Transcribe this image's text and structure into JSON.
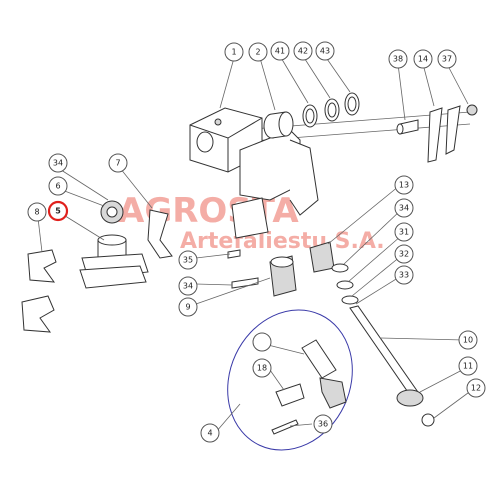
{
  "diagram": {
    "highlight_color": "#e0201c",
    "watermark_color": "#e74c3c",
    "group_outline_color": "#3a3aa8",
    "watermark": {
      "line1": "AGROSTA",
      "line2": "Artefaliestu S.A."
    },
    "callouts": {
      "c1": "1",
      "c2": "2",
      "c41": "41",
      "c42": "42",
      "c43": "43",
      "c38": "38",
      "c14": "14",
      "c37": "37",
      "c34a": "34",
      "c6": "6",
      "c7": "7",
      "c8": "8",
      "c5": "5",
      "c13": "13",
      "c34b": "34",
      "c31": "31",
      "c32": "32",
      "c33": "33",
      "c35": "35",
      "c34c": "34",
      "c9": "9",
      "c10": "10",
      "c18": "18",
      "c11": "11",
      "c12": "12",
      "c36": "36",
      "c4": "4"
    }
  }
}
